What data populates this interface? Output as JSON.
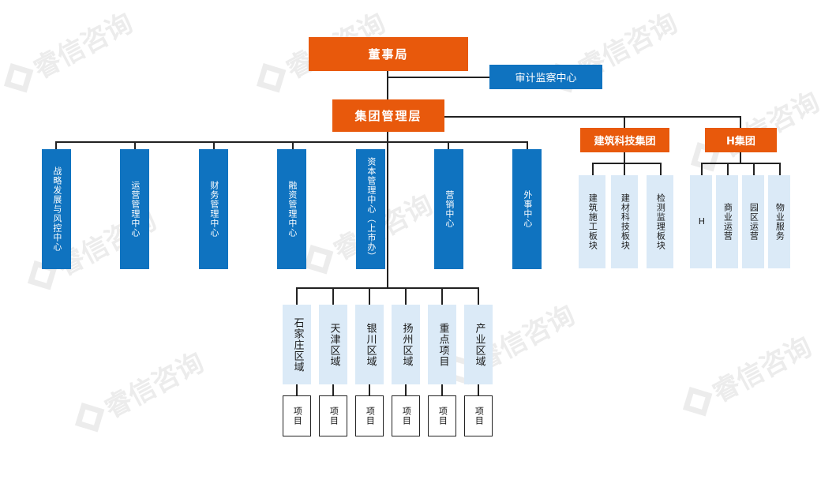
{
  "watermark": "睿信咨询",
  "board": "董事局",
  "audit": "审计监察中心",
  "mgmt": "集团管理层",
  "centers": [
    "战略发展与风控中心",
    "运营管理中心",
    "财务管理中心",
    "融资管理中心",
    "资本管理中心（上市办）",
    "营销中心",
    "外事中心"
  ],
  "construction": {
    "title": "建筑科技集团",
    "units": [
      "建筑施工板块",
      "建材科技板块",
      "检测监理板块"
    ]
  },
  "hgroup": {
    "title": "H集团",
    "units": [
      "H",
      "商业运营",
      "园区运营",
      "物业服务"
    ]
  },
  "regions": [
    "石家庄区域",
    "天津区域",
    "银川区域",
    "扬州区域",
    "重点项目",
    "产业区域"
  ],
  "project": "项目",
  "colors": {
    "orange": "#e8590c",
    "blue": "#0f73c0",
    "light": "#dbeaf7"
  }
}
